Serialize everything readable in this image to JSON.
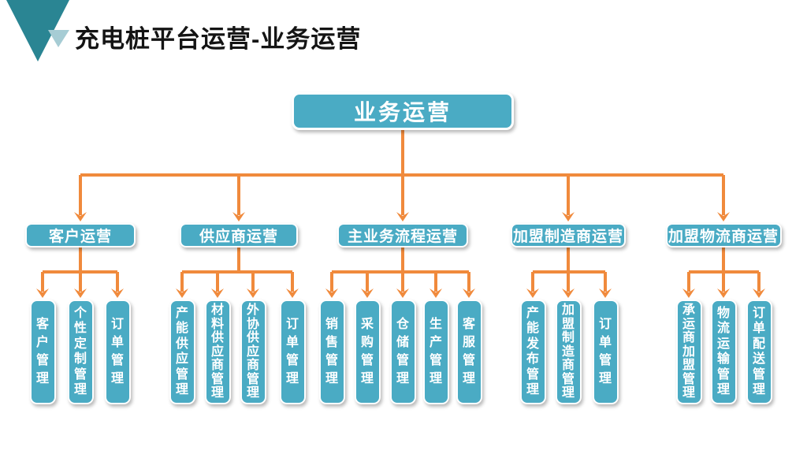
{
  "slide": {
    "title": "充电桩平台运营-业务运营",
    "colors": {
      "teal": "#4AABC4",
      "orange": "#F08A3C",
      "triangle_dark": "#2A8593",
      "triangle_light": "#A6CCD4",
      "title_text": "#141414",
      "node_text": "#FFFFFF"
    }
  },
  "chart": {
    "root": "业务运营",
    "groups": [
      {
        "label": "客户运营",
        "children": [
          "客户管理",
          "个性定制管理",
          "订单管理"
        ]
      },
      {
        "label": "供应商运营",
        "children": [
          "产能供应管理",
          "材料供应商管理",
          "外协供应商管理",
          "订单管理"
        ]
      },
      {
        "label": "主业务流程运营",
        "children": [
          "销售管理",
          "采购管理",
          "仓储管理",
          "生产管理",
          "客服管理"
        ]
      },
      {
        "label": "加盟制造商运营",
        "children": [
          "产能发布管理",
          "加盟制造商管理",
          "订单管理"
        ]
      },
      {
        "label": "加盟物流商运营",
        "children": [
          "承运商加盟管理",
          "物流运输管理",
          "订单配送管理"
        ]
      }
    ]
  }
}
